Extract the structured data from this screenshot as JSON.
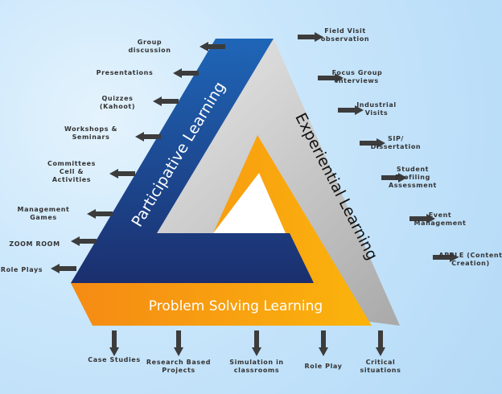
{
  "participative": {
    "title": "Participative Learning",
    "items": [
      "Group discussion",
      "Presentations",
      "Quizzes (Kahoot)",
      "Workshops & Seminars",
      "Committees Cell & Activities",
      "Management Games",
      "ZOOM ROOM",
      "Role Plays"
    ]
  },
  "experiential": {
    "title": "Experiential Learning",
    "items": [
      "Field Visit observation",
      "Focus Group Interviews",
      "Industrial Visits",
      "SIP/ Dissertation",
      "Student Profiling Assessment",
      "Event Management",
      "APPLE (Content Creation)"
    ]
  },
  "problem_solving": {
    "title": "Problem Solving Learning",
    "items": [
      "Case Studies",
      "Research Based Projects",
      "Simulation in classrooms",
      "Role Play",
      "Critical situations"
    ]
  },
  "colors": {
    "blue": "#1d5aa8",
    "navy": "#1b2f6e",
    "orange": "#f7a10f",
    "gray": "#c9c9c9",
    "arrow": "#3c3c3c"
  }
}
